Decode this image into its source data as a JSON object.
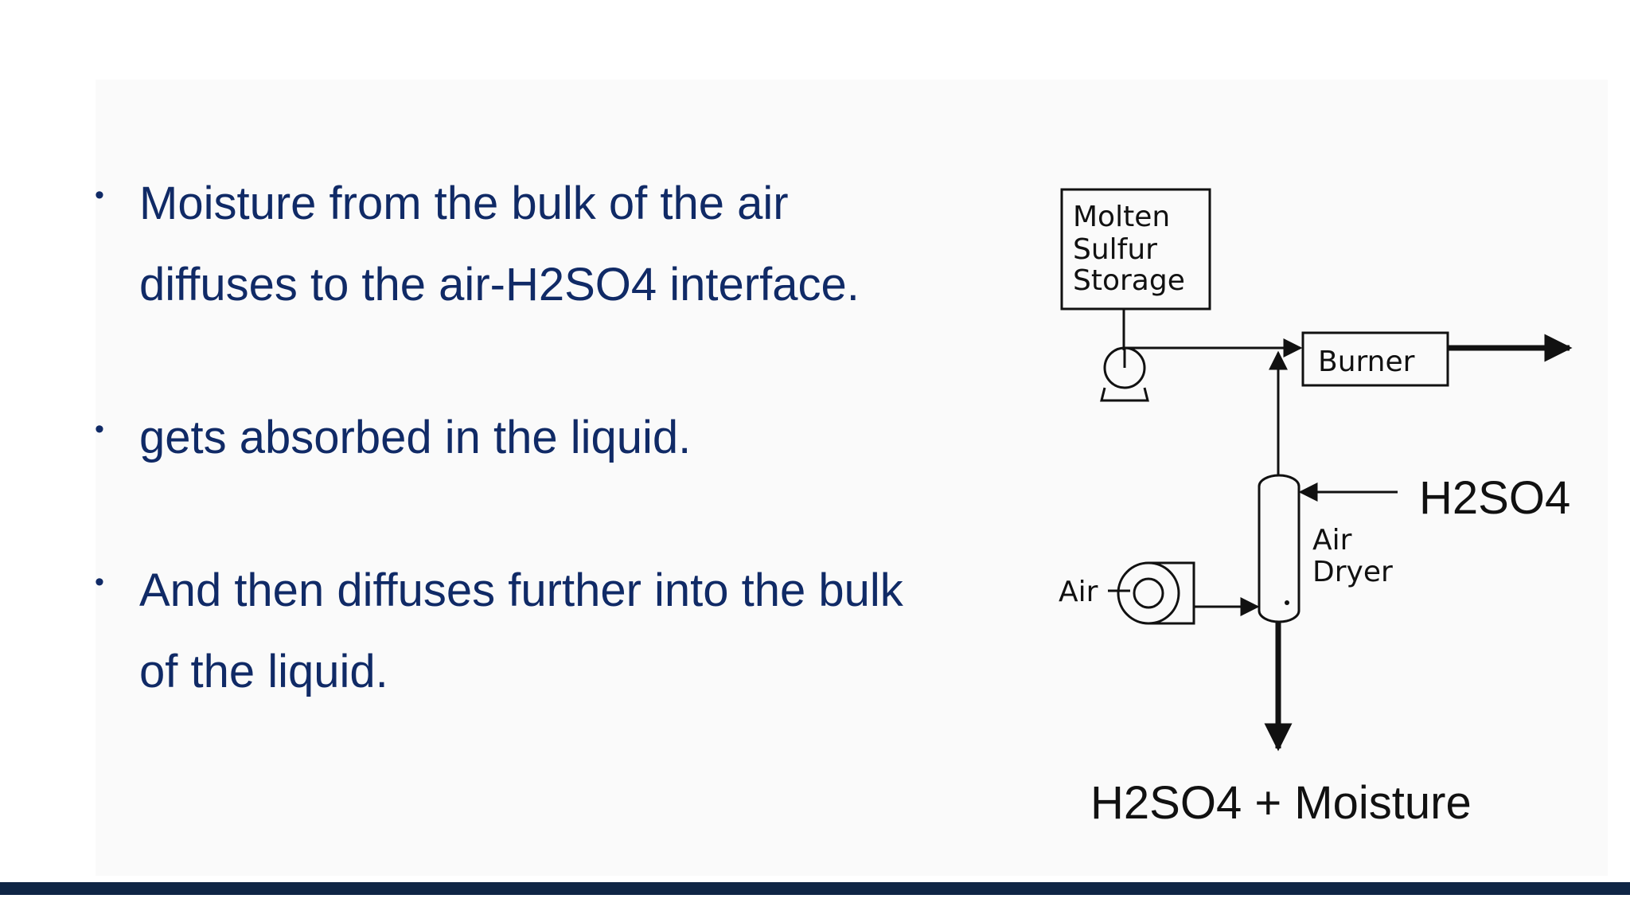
{
  "bullets": [
    {
      "line1": "Moisture from the bulk of the air",
      "line2": "diffuses to the air-H2SO4 interface."
    },
    {
      "line1": "gets absorbed in the liquid.",
      "line2": ""
    },
    {
      "line1": "And then diffuses further into the bulk",
      "line2": "of the liquid."
    }
  ],
  "diagram": {
    "storage_lines": [
      "Molten",
      "Sulfur",
      "Storage"
    ],
    "burner": "Burner",
    "dryer_lines": [
      "Air",
      "Dryer"
    ],
    "air_inlet": "Air",
    "acid_in_label": "H2SO4",
    "acid_out_label": "H2SO4 + Moisture"
  },
  "colors": {
    "bullet_text": "#102a66",
    "bottom_bar": "#0f2545",
    "diagram_ink": "#111111"
  }
}
